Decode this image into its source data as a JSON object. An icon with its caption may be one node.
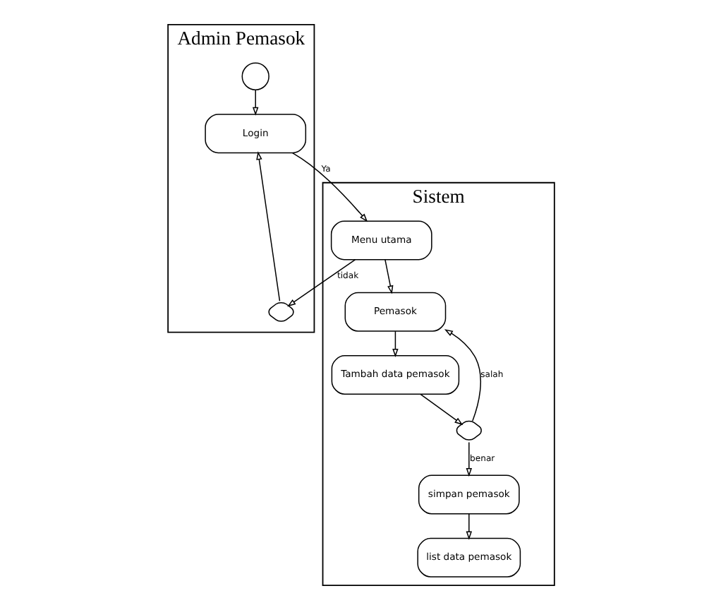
{
  "diagram": {
    "nodes": [
      {
        "text": [
          "Admin Pemasok"
        ]
      },
      {
        "text": [
          "Sistem"
        ]
      },
      {
        "text": [],
        "shape": "circle",
        "in": 0
      },
      {
        "text": [
          "Login"
        ],
        "in": 0
      },
      {
        "text": [],
        "shape": "diamond",
        "in": 0
      },
      {
        "text": [
          "Menu utama"
        ],
        "in": 1
      },
      {
        "text": [
          "Pemasok"
        ],
        "in": 1
      },
      {
        "text": [
          "Tambah data pemasok"
        ],
        "in": 1
      },
      {
        "text": [],
        "shape": "diamond",
        "in": 1
      },
      {
        "text": [
          "simpan pemasok"
        ],
        "in": 1
      },
      {
        "text": [
          "list data pemasok"
        ],
        "in": 1
      }
    ],
    "edges": [
      {
        "from": 2,
        "to": 3,
        "arrow": "to"
      },
      {
        "from": 3,
        "to": 5,
        "arrow": "to",
        "label": "Ya"
      },
      {
        "from": 5,
        "to": 4,
        "arrow": "to",
        "label": "tidak"
      },
      {
        "from": 4,
        "to": 3,
        "arrow": "to"
      },
      {
        "from": 5,
        "to": 6,
        "arrow": "to"
      },
      {
        "from": 6,
        "to": 7,
        "arrow": "to"
      },
      {
        "from": 7,
        "to": 8,
        "arrow": "to"
      },
      {
        "from": 8,
        "to": 6,
        "arrow": "to",
        "label": "salah"
      },
      {
        "from": 8,
        "to": 9,
        "arrow": "to",
        "label": "benar"
      },
      {
        "from": 9,
        "to": 10,
        "arrow": "to"
      }
    ]
  }
}
